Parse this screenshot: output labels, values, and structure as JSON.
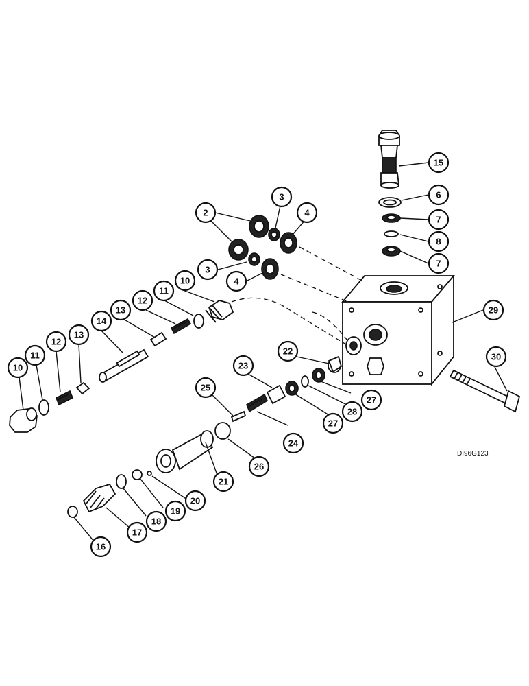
{
  "drawing": {
    "reference_code": "DI96G123"
  },
  "callouts": [
    {
      "id": "c2",
      "label": "2"
    },
    {
      "id": "c3a",
      "label": "3"
    },
    {
      "id": "c4a",
      "label": "4"
    },
    {
      "id": "c3b",
      "label": "3"
    },
    {
      "id": "c4b",
      "label": "4"
    },
    {
      "id": "c15",
      "label": "15"
    },
    {
      "id": "c6",
      "label": "6"
    },
    {
      "id": "c7a",
      "label": "7"
    },
    {
      "id": "c8",
      "label": "8"
    },
    {
      "id": "c7b",
      "label": "7"
    },
    {
      "id": "c29",
      "label": "29"
    },
    {
      "id": "c30",
      "label": "30"
    },
    {
      "id": "c10a",
      "label": "10"
    },
    {
      "id": "c11a",
      "label": "11"
    },
    {
      "id": "c12a",
      "label": "12"
    },
    {
      "id": "c13a",
      "label": "13"
    },
    {
      "id": "c14",
      "label": "14"
    },
    {
      "id": "c10b",
      "label": "10"
    },
    {
      "id": "c11b",
      "label": "11"
    },
    {
      "id": "c12b",
      "label": "12"
    },
    {
      "id": "c13b",
      "label": "13"
    },
    {
      "id": "c22",
      "label": "22"
    },
    {
      "id": "c23",
      "label": "23"
    },
    {
      "id": "c25",
      "label": "25"
    },
    {
      "id": "c24",
      "label": "24"
    },
    {
      "id": "c27a",
      "label": "27"
    },
    {
      "id": "c28",
      "label": "28"
    },
    {
      "id": "c27b",
      "label": "27"
    },
    {
      "id": "c26",
      "label": "26"
    },
    {
      "id": "c21",
      "label": "21"
    },
    {
      "id": "c20",
      "label": "20"
    },
    {
      "id": "c19",
      "label": "19"
    },
    {
      "id": "c18",
      "label": "18"
    },
    {
      "id": "c17",
      "label": "17"
    },
    {
      "id": "c16",
      "label": "16"
    }
  ]
}
